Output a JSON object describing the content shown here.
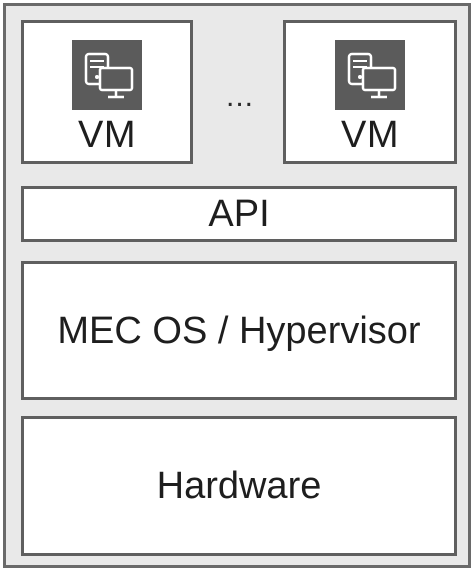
{
  "diagram": {
    "vms": [
      {
        "label": "VM",
        "icon": "server-computer-icon"
      },
      {
        "label": "VM",
        "icon": "server-computer-icon"
      }
    ],
    "ellipsis": "...",
    "layers": {
      "api": "API",
      "os": "MEC OS / Hypervisor",
      "hardware": "Hardware"
    }
  },
  "colors": {
    "frame_fill": "#e9e9e9",
    "border": "#5f5f5f",
    "icon_fill": "#5b5b5b",
    "box_fill": "#ffffff"
  }
}
